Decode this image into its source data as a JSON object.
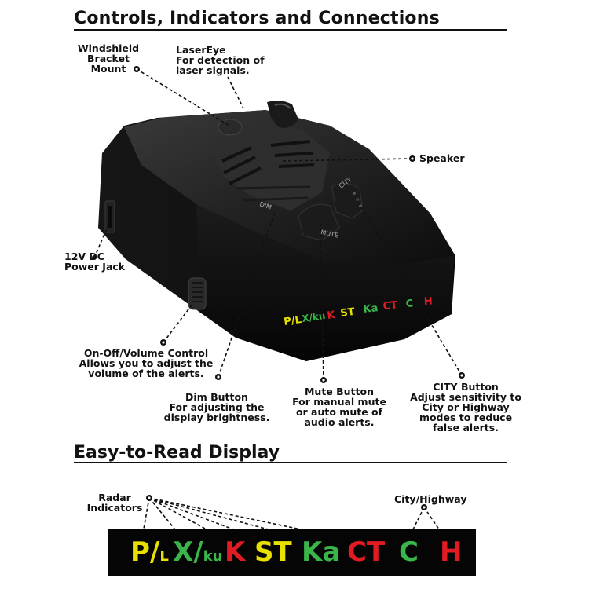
{
  "section1": {
    "title": "Controls, Indicators and Connections"
  },
  "section2": {
    "title": "Easy-to-Read Display"
  },
  "labels": {
    "windshield": [
      "Windshield",
      "Bracket",
      "Mount"
    ],
    "lasereye": [
      "LaserEye",
      "For detection of",
      "laser signals."
    ],
    "speaker": [
      "Speaker"
    ],
    "power": [
      "12V DC",
      "Power Jack"
    ],
    "volume": [
      "On-Off/Volume Control",
      "Allows you to adjust the",
      "volume of the alerts."
    ],
    "dim": [
      "Dim Button",
      "For adjusting the",
      "display brightness."
    ],
    "mute": [
      "Mute Button",
      "For manual mute",
      "or auto mute of",
      "audio alerts."
    ],
    "city": [
      "CITY Button",
      "Adjust sensitivity to",
      "City or Highway",
      "modes to reduce",
      "false alerts."
    ],
    "radar": [
      "Radar",
      "Indicators"
    ],
    "cityhwy": [
      "City/Highway"
    ]
  },
  "device": {
    "button_dim": "DIM",
    "button_mute": "MUTE",
    "button_city": "CITY"
  },
  "display": {
    "items": [
      {
        "main": "P/",
        "sub": "L",
        "color": "#e8e000"
      },
      {
        "main": "X/",
        "sub": "ku",
        "color": "#39b54a"
      },
      {
        "main": "K",
        "sub": "",
        "color": "#e01b24"
      },
      {
        "main": "ST",
        "sub": "",
        "color": "#e8e000"
      },
      {
        "main": "Ka",
        "sub": "",
        "color": "#39b54a"
      },
      {
        "main": "CT",
        "sub": "",
        "color": "#e01b24"
      },
      {
        "main": "C",
        "sub": "",
        "color": "#39b54a"
      },
      {
        "main": "H",
        "sub": "",
        "color": "#e01b24"
      }
    ]
  },
  "colors": {
    "yellow": "#e8e000",
    "green": "#39b54a",
    "red": "#e01b24"
  }
}
